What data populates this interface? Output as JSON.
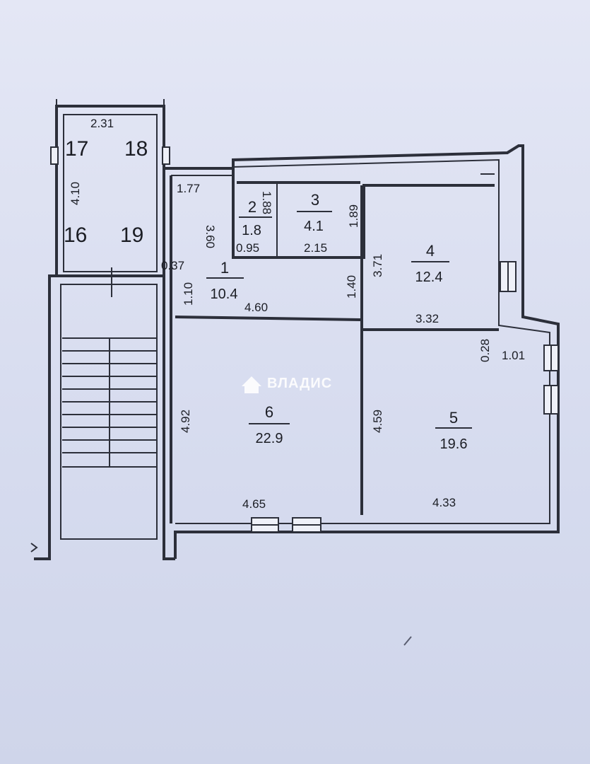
{
  "watermark": {
    "text": "ВЛАДИС",
    "icon": "house-icon"
  },
  "stair_block": {
    "width_dim": "2.31",
    "height_dim": "4.10",
    "numbers": [
      "17",
      "18",
      "16",
      "19"
    ]
  },
  "rooms": [
    {
      "number": "1",
      "area": "10.4"
    },
    {
      "number": "2",
      "area": "1.8"
    },
    {
      "number": "3",
      "area": "4.1"
    },
    {
      "number": "4",
      "area": "12.4"
    },
    {
      "number": "5",
      "area": "19.6"
    },
    {
      "number": "6",
      "area": "22.9"
    }
  ],
  "dimensions": {
    "hall_top": "1.77",
    "hall_side": "3.60",
    "hall_bottom": "4.60",
    "hall_right": "1.40",
    "hall_left_small": "0.37",
    "hall_left": "1.10",
    "wc_height": "1.88",
    "wc_width": "0.95",
    "bath_width": "2.15",
    "bath_height": "1.89",
    "room4_height": "3.71",
    "room4_width": "3.32",
    "balcony_small": "0.28",
    "balcony_width": "1.01",
    "room6_height": "4.92",
    "room6_width": "4.65",
    "room5_height": "4.59",
    "room5_width": "4.33"
  }
}
